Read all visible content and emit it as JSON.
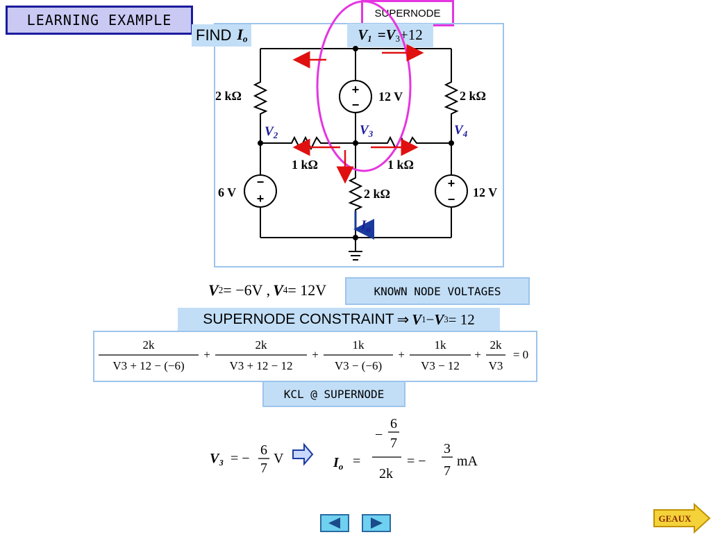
{
  "title": "LEARNING EXAMPLE",
  "supernode_tag": "SUPERNODE",
  "find": {
    "text": "FIND",
    "var": "I",
    "sub": "o"
  },
  "v1_label": {
    "lhs": "V",
    "lhs_sub": "1",
    "rhs": "=V",
    "rhs_sub": "3",
    "rhs_tail": "+12"
  },
  "circuit": {
    "node_v1": "V",
    "node_v1_sub": "1",
    "node_v2": "V",
    "node_v2_sub": "2",
    "node_v3": "V",
    "node_v3_sub": "3",
    "node_v4": "V",
    "node_v4_sub": "4",
    "r_left_top": "2 kΩ",
    "r_right_top": "2 kΩ",
    "r_mid_left": "1 kΩ",
    "r_mid_right": "1 kΩ",
    "r_bottom": "2 kΩ",
    "src_top": "12 V",
    "src_left": "6 V",
    "src_right": "12 V",
    "current": "I",
    "current_sub": "o",
    "plus": "+",
    "minus": "−"
  },
  "known": {
    "v2": "V",
    "v2_sub": "2",
    "v2_val": " = −6V ,",
    "v4": "V",
    "v4_sub": "4",
    "v4_val": " = 12V"
  },
  "known_tag": "KNOWN NODE VOLTAGES",
  "constraint": {
    "text": "SUPERNODE  CONSTRAINT",
    "arrow": "⇒",
    "v1": "V",
    "v1_sub": "1",
    "mid": " − ",
    "v3": "V",
    "v3_sub": "3",
    "tail": " = 12"
  },
  "kcl": {
    "n1": "2k",
    "d1": "V3 + 12 − (−6)",
    "n2": "2k",
    "d2": "V3 + 12 − 12",
    "n3": "1k",
    "d3": "V3 − (−6)",
    "n4": "1k",
    "d4": "V3 − 12",
    "n5": "2k",
    "d5": "V3",
    "plus": "+",
    "rhs": "= 0"
  },
  "kcl_tag": "KCL @ SUPERNODE",
  "result_v3": {
    "lhs": "V₃",
    "eq": "= −",
    "num": "6",
    "den": "7",
    "unit": "V"
  },
  "result_io": {
    "lhs": "I",
    "lhs_sub": "o",
    "eq": "=",
    "num_top": "6",
    "num_den": "7",
    "num_minus": "−",
    "den": "2k",
    "eq2": "= −",
    "num2": "3",
    "den2": "7",
    "unit": "mA"
  },
  "geaux": "GEAUX",
  "colors": {
    "accent_box": "#c2def7",
    "title_border": "#1a1a9c",
    "supernode": "#e535e0",
    "arrow_red": "#e01010",
    "io_blue": "#1a3a9c"
  }
}
